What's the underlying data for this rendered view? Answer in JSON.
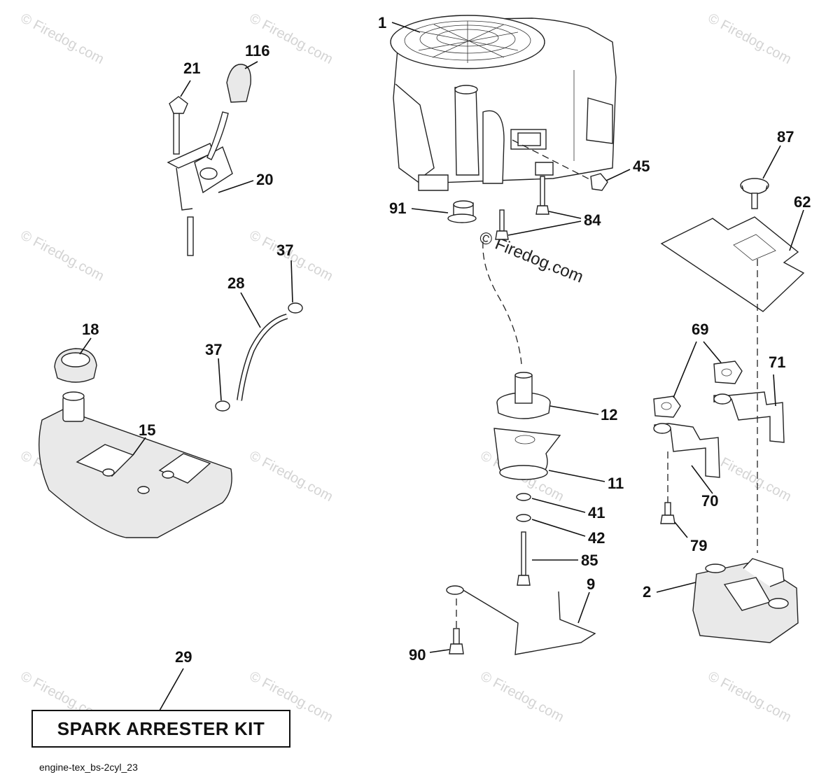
{
  "labels": {
    "l1": "1",
    "l116": "116",
    "l21": "21",
    "l20": "20",
    "l45": "45",
    "l87": "87",
    "l91": "91",
    "l84": "84",
    "l62": "62",
    "l37a": "37",
    "l28": "28",
    "l37b": "37",
    "l18": "18",
    "l15": "15",
    "l69": "69",
    "l71": "71",
    "l12": "12",
    "l11": "11",
    "l70": "70",
    "l41": "41",
    "l42": "42",
    "l79": "79",
    "l85": "85",
    "l9": "9",
    "l2": "2",
    "l90": "90",
    "l29": "29"
  },
  "kit_label": "SPARK ARRESTER KIT",
  "diagram_id": "engine-tex_bs-2cyl_23",
  "watermark": "© Firedog.com",
  "watermark_center": "© Firedog.com"
}
